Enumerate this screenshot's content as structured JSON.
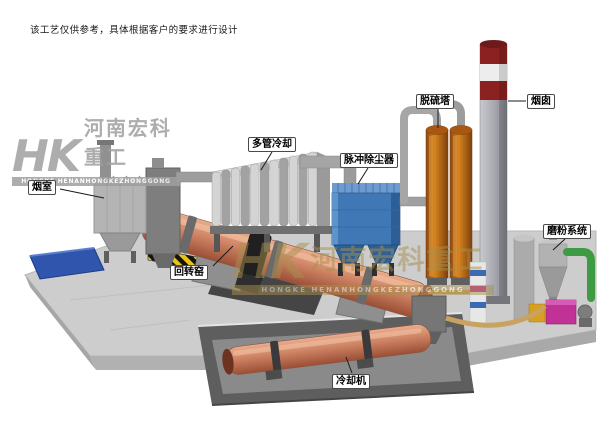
{
  "page": {
    "disclaimer": "该工艺仅供参考，具体根据客户的要求进行设计"
  },
  "watermark": {
    "initials": "HK",
    "company_cn": "河南宏科重工",
    "company_en": "HONGKE HENANHONGKEZHONGGONG"
  },
  "labels": {
    "smoke_chamber": "烟室",
    "rotary_kiln": "回转窑",
    "multi_tube_cooler": "多管冷却",
    "pulse_dust_collector": "脉冲除尘器",
    "desulfurization_tower": "脱硫塔",
    "chimney": "烟囱",
    "grinding_system": "磨粉系统",
    "cooling_machine": "冷却机"
  },
  "colors": {
    "kiln_shell": "#cd8263",
    "dust_collector_blue": "#3f78b5",
    "desulfurization_orange": "#d9861f",
    "chimney_red": "#8c2121",
    "hazard_yellow": "#e9c417",
    "pipe_green": "#3f9b43",
    "mill_magenta": "#c13296",
    "platform_gray": "#cdcdcd",
    "watermark_gray": "#9f9f9f"
  }
}
